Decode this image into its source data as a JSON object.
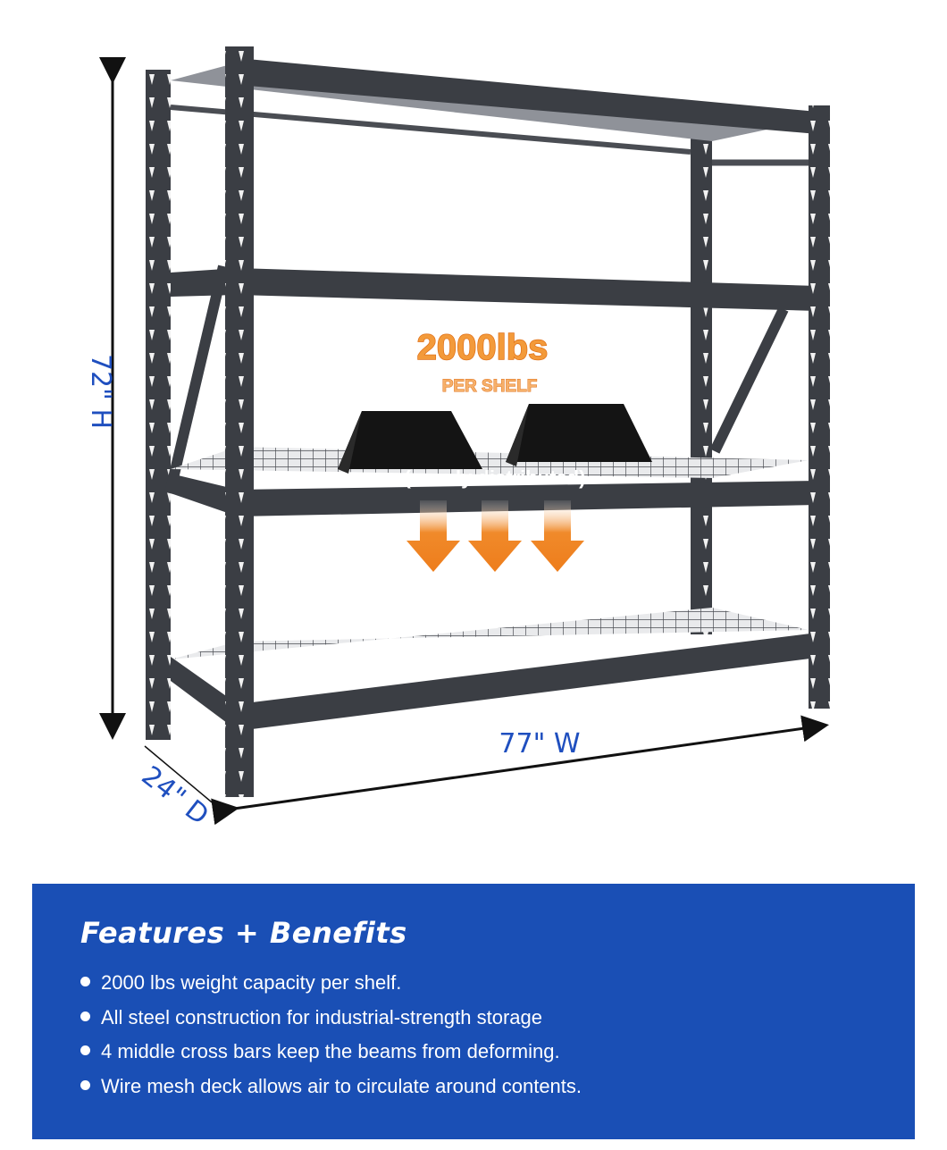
{
  "dimensions": {
    "height": "72\" H",
    "width": "77\" W",
    "depth": "24\" D"
  },
  "capacity": {
    "headline": "2000lbs",
    "subline": "PER SHELF",
    "note": "(evenly distributed)"
  },
  "features": {
    "title": "Features + Benefits",
    "items": [
      "2000 lbs weight capacity per shelf.",
      "All steel construction for industrial-strength storage",
      "4 middle cross bars keep the beams from deforming.",
      "Wire mesh deck allows air to circulate around contents."
    ]
  },
  "colors": {
    "panel": "#1a4fb5",
    "dimension_text": "#1f4fbf",
    "rack_steel": "#3b3e44",
    "arrow_orange": "#f08a2a"
  }
}
